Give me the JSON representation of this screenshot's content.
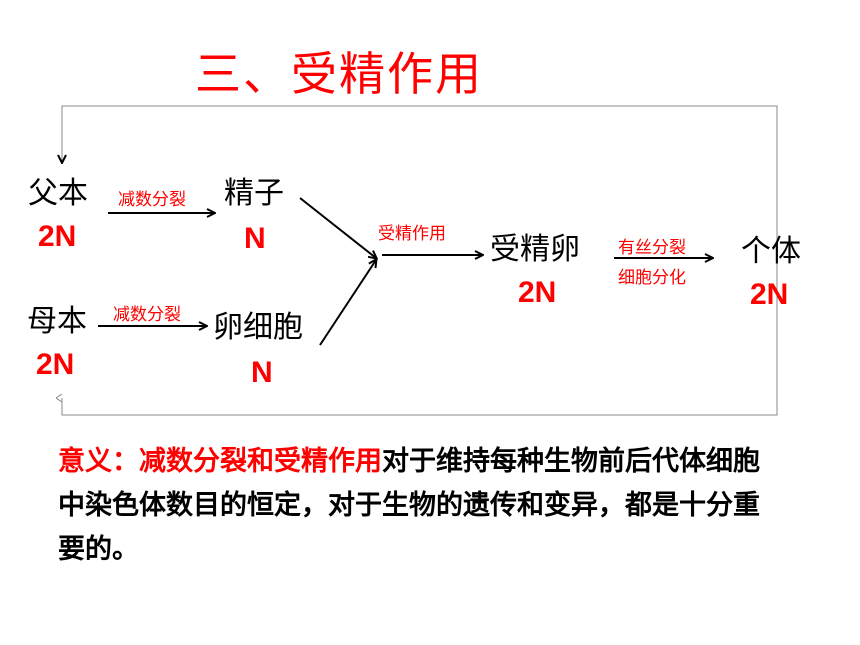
{
  "title": "三、受精作用",
  "nodes": {
    "father": "父本",
    "father_ploidy": "2N",
    "mother": "母本",
    "mother_ploidy": "2N",
    "sperm": "精子",
    "sperm_ploidy": "N",
    "egg": "卵细胞",
    "egg_ploidy": "N",
    "zygote": "受精卵",
    "zygote_ploidy": "2N",
    "individual": "个体",
    "individual_ploidy": "2N"
  },
  "processes": {
    "meiosis_father": "减数分裂",
    "meiosis_mother": "减数分裂",
    "fertilization": "受精作用",
    "mitosis": "有丝分裂",
    "differentiation": "细胞分化"
  },
  "colors": {
    "accent": "#ff0000",
    "text": "#000000",
    "loop": "#888888"
  },
  "significance": {
    "label": "意义：",
    "highlight": "减数分裂和受精作用",
    "text": "对于维持每种生物前后代体细胞中染色体数目的恒定，对于生物的遗传和变异，都是十分重要的。"
  }
}
